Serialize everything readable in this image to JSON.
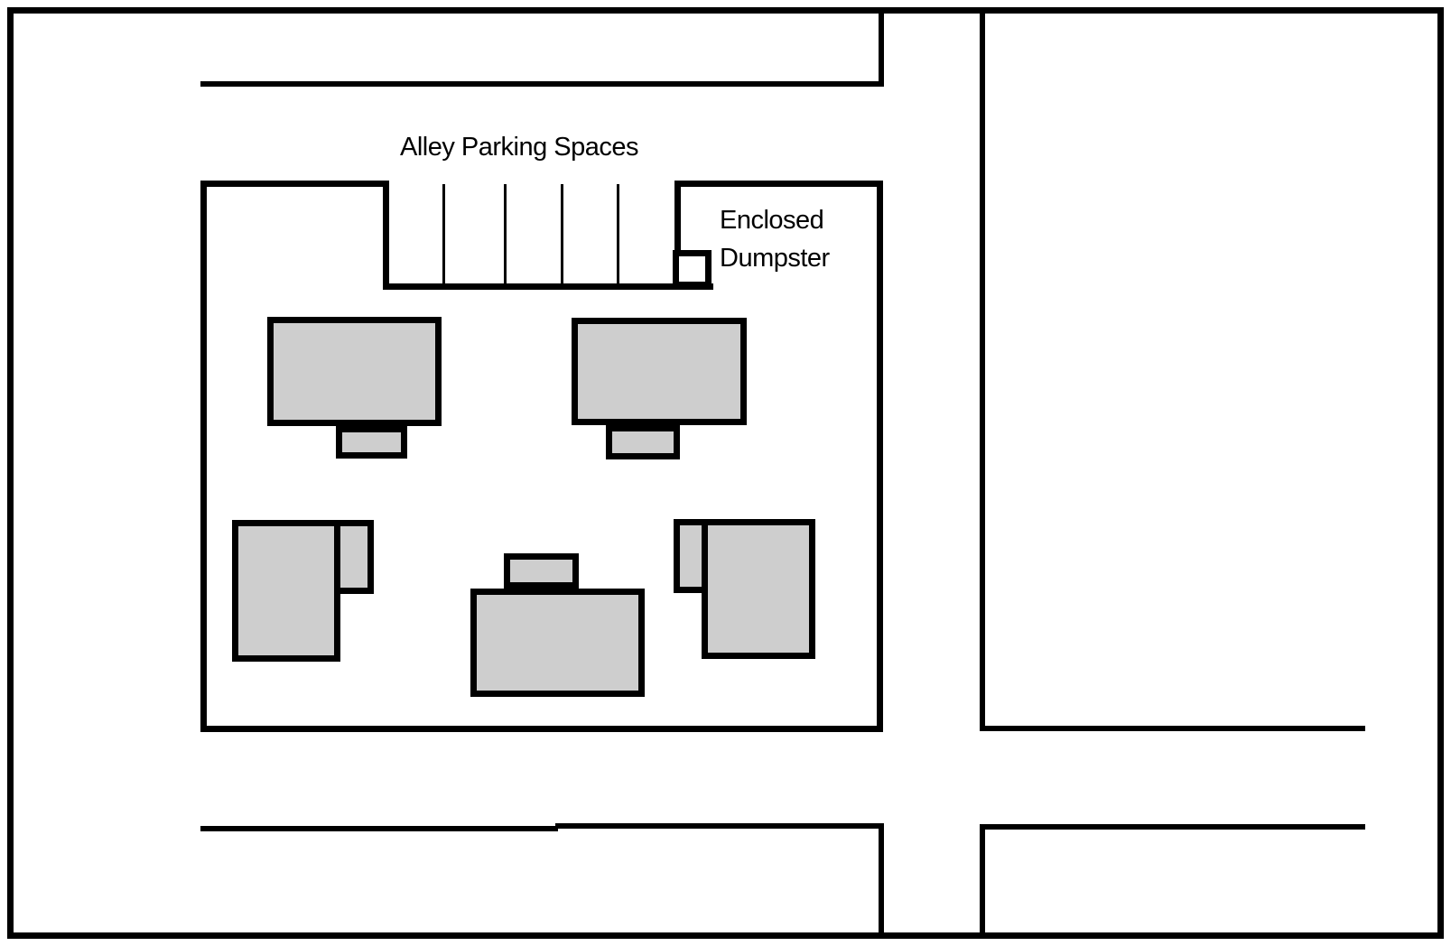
{
  "diagram": {
    "type": "site-plan",
    "labels": {
      "alley_parking": "Alley Parking Spaces",
      "dumpster": [
        "Enclosed",
        "Dumpster"
      ]
    },
    "colors": {
      "line": "#000000",
      "building_fill": "#cecece",
      "background": "#ffffff"
    },
    "features": {
      "parking_divider_count": 4,
      "parking_space_count": 5,
      "building_count": 5,
      "dumpster_count": 1,
      "streets": [
        "top-street",
        "right-side-street",
        "bottom-street"
      ]
    }
  }
}
